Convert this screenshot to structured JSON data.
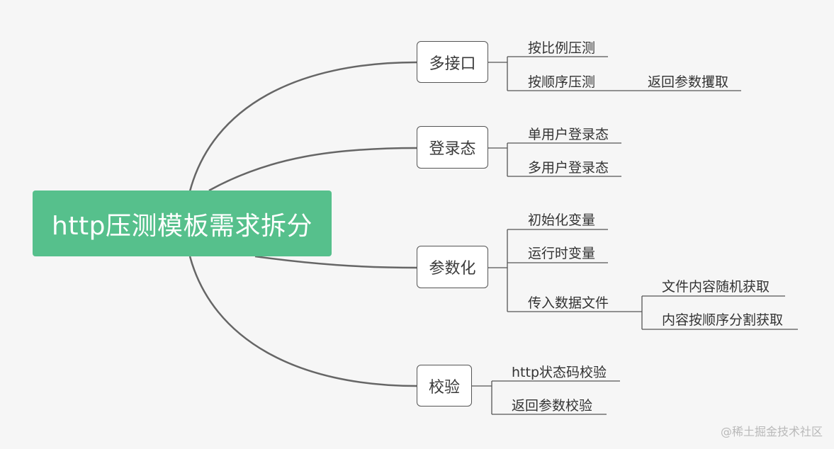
{
  "root": {
    "label": "http压测模板需求拆分"
  },
  "branches": [
    {
      "label": "多接口",
      "children": [
        {
          "label": "按比例压测"
        },
        {
          "label": "按顺序压测",
          "children": [
            {
              "label": "返回参数攫取"
            }
          ]
        }
      ]
    },
    {
      "label": "登录态",
      "children": [
        {
          "label": "单用户登录态"
        },
        {
          "label": "多用户登录态"
        }
      ]
    },
    {
      "label": "参数化",
      "children": [
        {
          "label": "初始化变量"
        },
        {
          "label": "运行时变量"
        },
        {
          "label": "传入数据文件",
          "children": [
            {
              "label": "文件内容随机获取"
            },
            {
              "label": "内容按顺序分割获取"
            }
          ]
        }
      ]
    },
    {
      "label": "校验",
      "children": [
        {
          "label": "http状态码校验"
        },
        {
          "label": "返回参数校验"
        }
      ]
    }
  ],
  "watermark": "@稀土掘金技术社区",
  "colors": {
    "root_fill": "#56c08c",
    "line": "#666666",
    "background": "#f6f6f6"
  }
}
